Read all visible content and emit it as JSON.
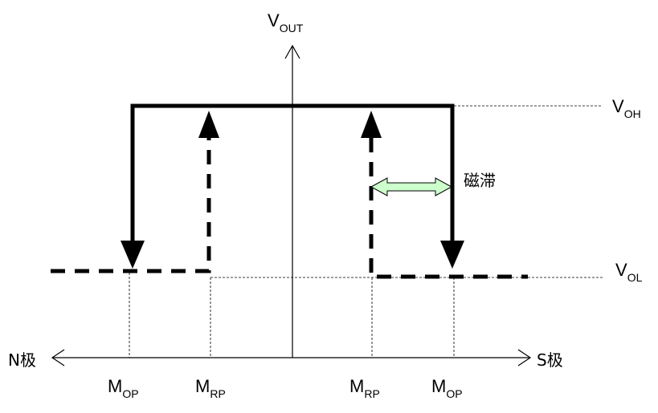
{
  "axes": {
    "vertical_label": "V",
    "vertical_label_sub": "OUT",
    "left_label": "N极",
    "right_label": "S极"
  },
  "levels": {
    "high_label": "V",
    "high_sub": "OH",
    "low_label": "V",
    "low_sub": "OL"
  },
  "hysteresis": {
    "label": "磁滞",
    "arrow_fill": "#ccffcc"
  },
  "x_ticks": [
    {
      "label": "M",
      "sub": "OP"
    },
    {
      "label": "M",
      "sub": "RP"
    },
    {
      "label": "M",
      "sub": "RP"
    },
    {
      "label": "M",
      "sub": "OP"
    }
  ],
  "colors": {
    "line": "#000000",
    "background": "#ffffff"
  }
}
